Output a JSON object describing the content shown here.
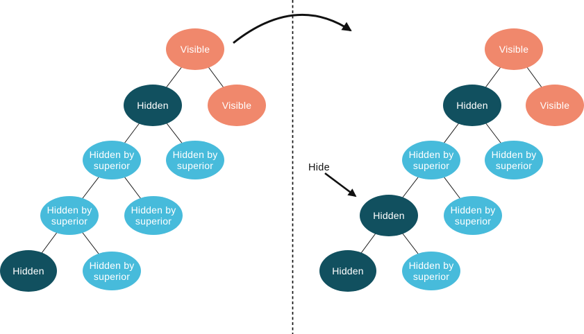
{
  "diagram": {
    "hide_annotation": "Hide",
    "colors": {
      "visible_node": "#F0886C",
      "hidden_node": "#11505F",
      "hidden_by_superior_node": "#47BBDB",
      "node_text": "#FFFFFF",
      "edge_line": "#1A1A1A"
    },
    "left_tree": {
      "nodes": [
        {
          "state": "visible",
          "line1": "Visible"
        },
        {
          "state": "hidden",
          "line1": "Hidden"
        },
        {
          "state": "visible",
          "line1": "Visible"
        },
        {
          "state": "hidden-by-superior",
          "line1": "Hidden by",
          "line2": "superior"
        },
        {
          "state": "hidden-by-superior",
          "line1": "Hidden by",
          "line2": "superior"
        },
        {
          "state": "hidden-by-superior",
          "line1": "Hidden by",
          "line2": "superior"
        },
        {
          "state": "hidden-by-superior",
          "line1": "Hidden by",
          "line2": "superior"
        },
        {
          "state": "hidden",
          "line1": "Hidden"
        },
        {
          "state": "hidden-by-superior",
          "line1": "Hidden by",
          "line2": "superior"
        }
      ]
    },
    "right_tree": {
      "nodes": [
        {
          "state": "visible",
          "line1": "Visible"
        },
        {
          "state": "hidden",
          "line1": "Hidden"
        },
        {
          "state": "visible",
          "line1": "Visible"
        },
        {
          "state": "hidden-by-superior",
          "line1": "Hidden by",
          "line2": "superior"
        },
        {
          "state": "hidden-by-superior",
          "line1": "Hidden by",
          "line2": "superior"
        },
        {
          "state": "hidden",
          "line1": "Hidden"
        },
        {
          "state": "hidden-by-superior",
          "line1": "Hidden by",
          "line2": "superior"
        },
        {
          "state": "hidden",
          "line1": "Hidden"
        },
        {
          "state": "hidden-by-superior",
          "line1": "Hidden by",
          "line2": "superior"
        }
      ]
    }
  }
}
